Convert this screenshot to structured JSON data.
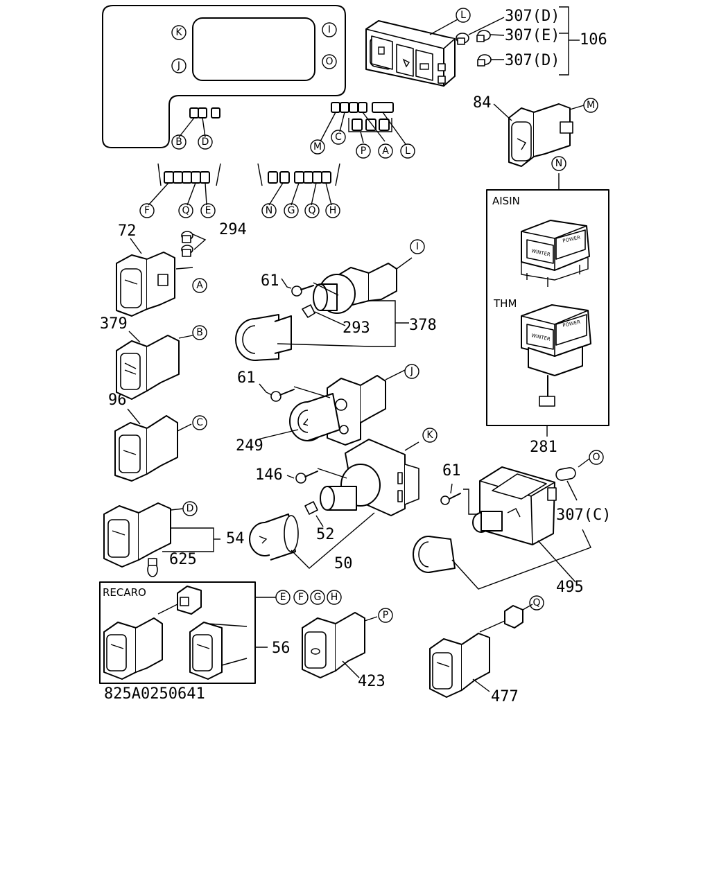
{
  "circle_labels": [
    "K",
    "J",
    "I",
    "O",
    "B",
    "D",
    "M",
    "C",
    "P",
    "A",
    "L",
    "F",
    "Q",
    "E",
    "N",
    "G",
    "Q",
    "H",
    "L",
    "M",
    "N",
    "A",
    "B",
    "C",
    "I",
    "J",
    "K",
    "D",
    "O",
    "P",
    "Q",
    "E",
    "F",
    "G",
    "H"
  ],
  "part_numbers": [
    "307(D)",
    "307(E)",
    "307(D)",
    "106",
    "84",
    "72",
    "294",
    "379",
    "96",
    "61",
    "293",
    "378",
    "61",
    "249",
    "146",
    "52",
    "50",
    "54",
    "625",
    "61",
    "307(C)",
    "495",
    "281",
    "56",
    "423",
    "477"
  ],
  "boxes": {
    "aisin_title": "AISIN",
    "thm_title": "THM",
    "recaro_title": "RECARO"
  },
  "switch_text": {
    "power": "POWER",
    "winter": "WINTER"
  },
  "figure_code": "825A0250641"
}
